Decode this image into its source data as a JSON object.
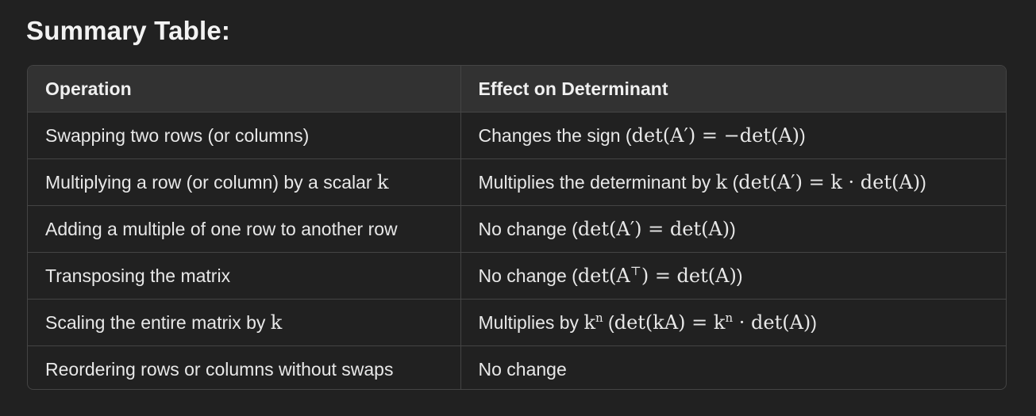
{
  "heading": "Summary Table:",
  "table": {
    "headers": [
      "Operation",
      "Effect on Determinant"
    ],
    "rows": [
      {
        "operation": "Swapping two rows (or columns)",
        "effect_prefix": "Changes the sign (",
        "effect_math": "det(A′) = −det(A)",
        "effect_suffix": ")"
      },
      {
        "operation_prefix": "Multiplying a row (or column) by a scalar ",
        "operation_var": "k",
        "effect_prefix": "Multiplies the determinant by ",
        "effect_var": "k",
        "effect_mid": " (",
        "effect_math": "det(A′) = k · det(A)",
        "effect_suffix": ")"
      },
      {
        "operation": "Adding a multiple of one row to another row",
        "effect_prefix": "No change (",
        "effect_math": "det(A′) = det(A)",
        "effect_suffix": ")"
      },
      {
        "operation": "Transposing the matrix",
        "effect_prefix": "No change (",
        "effect_math_a": "det(A",
        "effect_math_sup": "⊤",
        "effect_math_b": ") = det(A)",
        "effect_suffix": ")"
      },
      {
        "operation_prefix": "Scaling the entire matrix by ",
        "operation_var": "k",
        "effect_prefix": "Multiplies by ",
        "effect_var": "k",
        "effect_var_sup": "n",
        "effect_mid": " (",
        "effect_math_a": "det(kA) = k",
        "effect_math_sup": "n",
        "effect_math_b": " · det(A)",
        "effect_suffix": ")"
      },
      {
        "operation": "Reordering rows or columns without swaps",
        "effect": "No change"
      }
    ]
  }
}
